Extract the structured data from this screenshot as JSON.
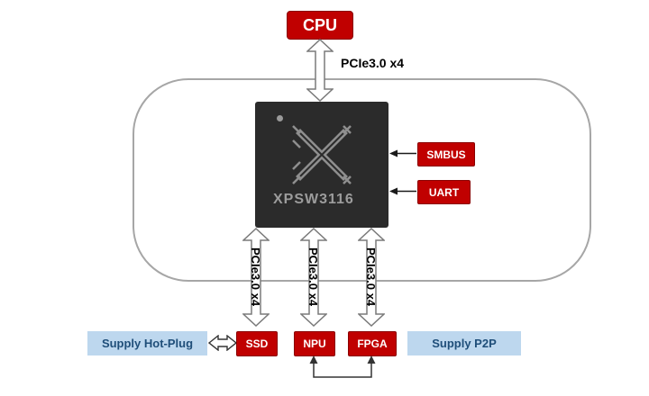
{
  "diagram": {
    "cpu": {
      "label": "CPU"
    },
    "uplink": {
      "label": "PCIe3.0 x4"
    },
    "chip": {
      "label": "XPSW3116",
      "logo": "x-circuit-logo"
    },
    "side_ports": [
      {
        "label": "SMBUS"
      },
      {
        "label": "UART"
      }
    ],
    "downlinks": [
      {
        "label": "PCIe3.0 x4",
        "device": "SSD"
      },
      {
        "label": "PCIe3.0 x4",
        "device": "NPU"
      },
      {
        "label": "PCIe3.0 x4",
        "device": "FPGA"
      }
    ],
    "notes": {
      "left": "Supply Hot-Plug",
      "right": "Supply P2P"
    },
    "colors": {
      "accent_red": "#c00000",
      "note_blue_fill": "#bdd7ee",
      "note_blue_text": "#1f4e79",
      "chip_bg": "#2b2b2b",
      "chip_text": "#9c9c9c",
      "outline_gray": "#a6a6a6"
    }
  }
}
